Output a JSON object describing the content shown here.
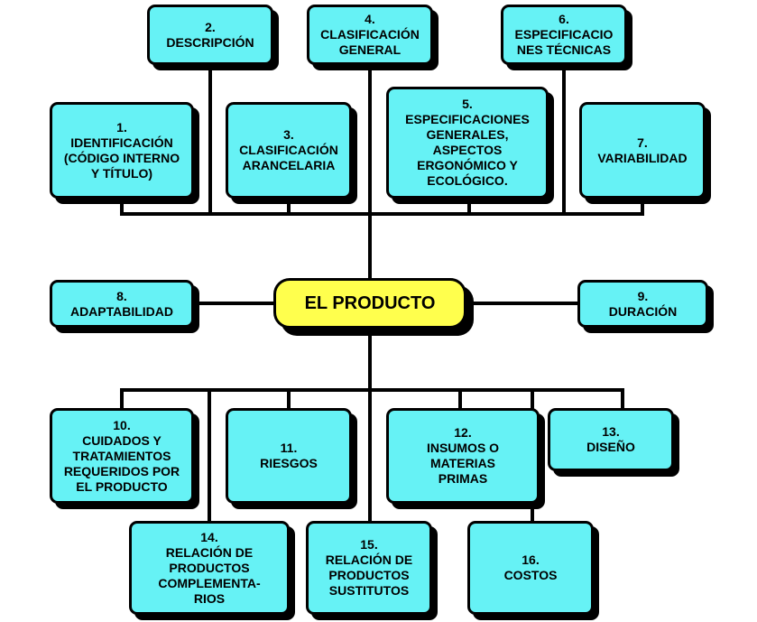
{
  "diagram": {
    "center_label": "EL PRODUCTO",
    "colors": {
      "box_fill": "#66f2f5",
      "center_fill": "#ffff4d",
      "line": "#000000"
    },
    "nodes": {
      "n1": "1.\nIDENTIFICACIÓN\n(CÓDIGO INTERNO\nY TÍTULO)",
      "n2": "2.\nDESCRIPCIÓN",
      "n3": "3.\nCLASIFICACIÓN\nARANCELARIA",
      "n4": "4.\nCLASIFICACIÓN\nGENERAL",
      "n5": "5.\nESPECIFICACIONES\nGENERALES,\nASPECTOS\nERGONÓMICO Y\nECOLÓGICO.",
      "n6": "6.\nESPECIFICACIO\nNES TÉCNICAS",
      "n7": "7.\nVARIABILIDAD",
      "n8": "8.\nADAPTABILIDAD",
      "n9": "9.\nDURACIÓN",
      "n10": "10.\nCUIDADOS Y\nTRATAMIENTOS\nREQUERIDOS POR\nEL PRODUCTO",
      "n11": "11.\nRIESGOS",
      "n12": "12.\nINSUMOS O\nMATERIAS\nPRIMAS",
      "n13": "13.\nDISEÑO",
      "n14": "14.\nRELACIÓN DE\nPRODUCTOS\nCOMPLEMENTA-\nRIOS",
      "n15": "15.\nRELACIÓN DE\nPRODUCTOS\nSUSTITUTOS",
      "n16": "16.\nCOSTOS"
    }
  }
}
